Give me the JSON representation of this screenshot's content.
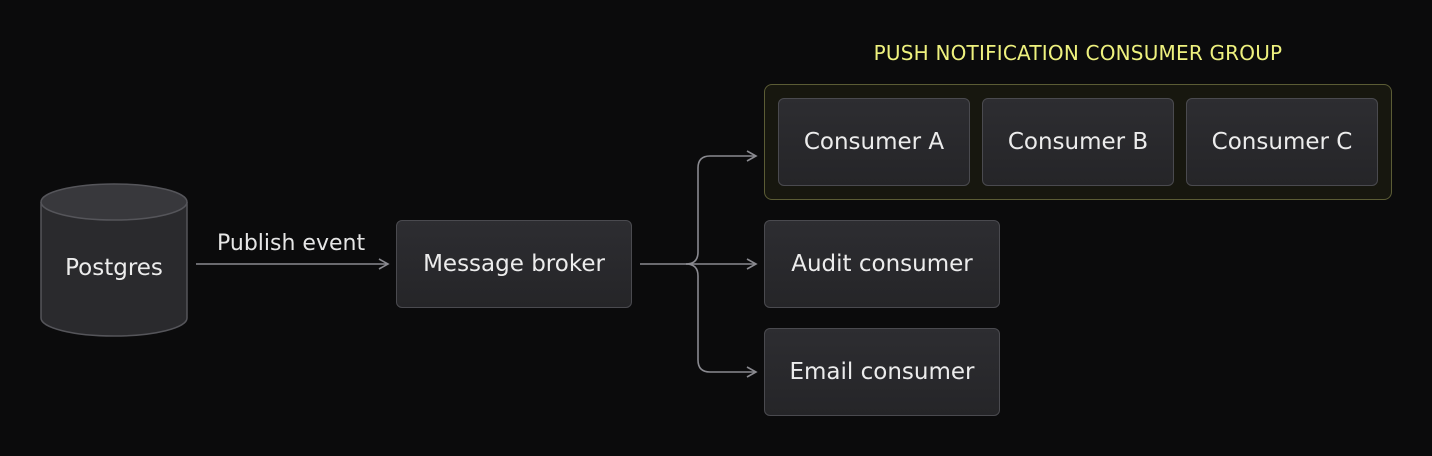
{
  "group": {
    "title": "PUSH NOTIFICATION CONSUMER GROUP",
    "consumers": [
      "Consumer A",
      "Consumer B",
      "Consumer C"
    ]
  },
  "database": {
    "label": "Postgres"
  },
  "edge": {
    "publish_label": "Publish event"
  },
  "broker": {
    "label": "Message broker"
  },
  "consumers": {
    "audit": "Audit consumer",
    "email": "Email consumer"
  },
  "colors": {
    "background": "#0b0b0c",
    "group_accent": "#eef17e",
    "node_fill": "#2a2a2d",
    "wire": "#8a8a90"
  }
}
